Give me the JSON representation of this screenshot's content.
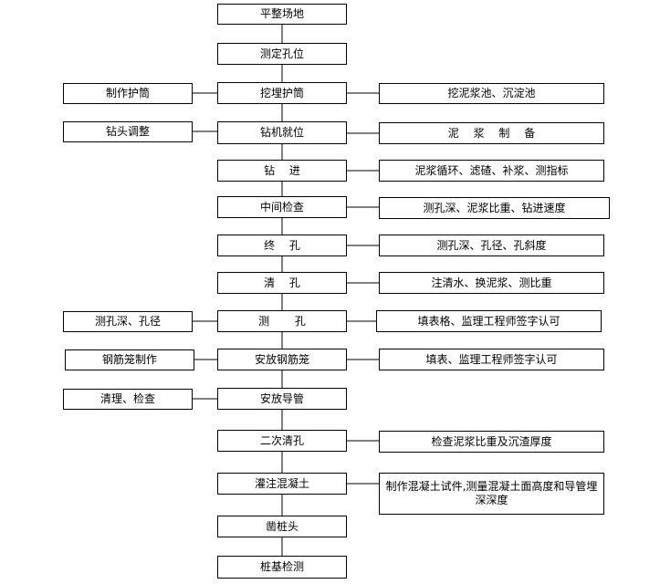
{
  "steps": [
    "平整场地",
    "测定孔位",
    "挖埋护筒",
    "钻机就位",
    "钻　 进",
    "中间检查",
    "终　 孔",
    "清　 孔",
    "测　　 孔",
    "安放钢筋笼",
    "安放导管",
    "二次清孔",
    "灌注混凝土",
    "凿桩头",
    "桩基检测"
  ],
  "left_notes": [
    "制作护筒",
    "钻头调整",
    "测孔深、孔径",
    "钢筋笼制作",
    "清理、检查"
  ],
  "right_notes": [
    "挖泥浆池、沉淀池",
    "泥　 浆　 制　 备",
    "泥浆循环、滤碴、补浆、测指标",
    "测孔深、泥浆比重、钻进速度",
    "测孔深、孔径、孔斜度",
    "注清水、换泥浆、测比重",
    "填表格、监理工程师签字认可",
    "填表、监理工程师签字认可",
    "检查泥浆比重及沉渣厚度",
    "制作混凝土试件,测量混凝土面高度和导管埋深深度"
  ]
}
